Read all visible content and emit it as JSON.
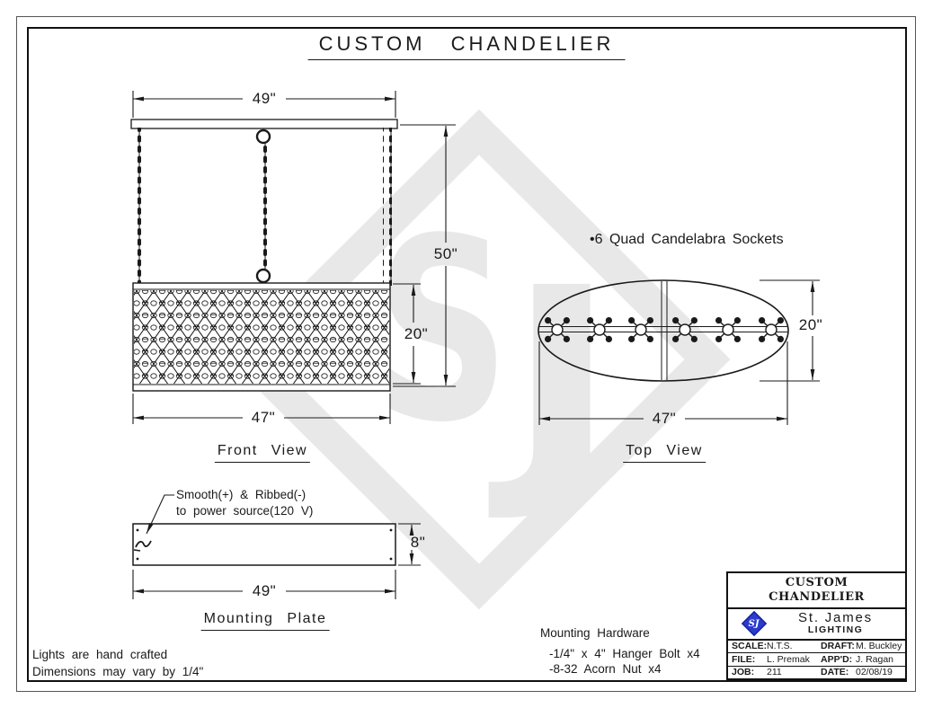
{
  "page": {
    "title": "CUSTOM CHANDELIER",
    "footnotes": [
      "Lights are hand crafted",
      "Dimensions may vary by 1/4\""
    ]
  },
  "front_view": {
    "label": "Front View",
    "dims": {
      "canopy_width": "49\"",
      "overall_height": "50\"",
      "band_height": "20\"",
      "band_width": "47\""
    }
  },
  "top_view": {
    "label": "Top View",
    "annotation": "•6 Quad Candelabra Sockets",
    "dims": {
      "depth": "20\"",
      "width": "47\""
    }
  },
  "mounting_plate": {
    "label": "Mounting Plate",
    "note_line1": "Smooth(+) & Ribbed(-)",
    "note_line2": "to power source(120 V)",
    "dims": {
      "height": "8\"",
      "width": "49\""
    }
  },
  "hardware": {
    "heading": "Mounting Hardware",
    "items": [
      "-1/4\" x 4\" Hanger Bolt x4",
      "-8-32 Acorn Nut x4"
    ]
  },
  "title_block": {
    "part_name_line1": "CUSTOM",
    "part_name_line2": "CHANDELIER",
    "company_name": "St. James",
    "company_sub": "LIGHTING",
    "logo_text": "SJ",
    "fields": [
      {
        "label": "SCALE:",
        "value": "N.T.S."
      },
      {
        "label": "DRAFT:",
        "value": "M. Buckley"
      },
      {
        "label": "FILE:",
        "value": "L. Premak"
      },
      {
        "label": "APP'D:",
        "value": "J. Ragan"
      },
      {
        "label": "JOB:",
        "value": "211"
      },
      {
        "label": "DATE:",
        "value": "02/08/19"
      }
    ]
  },
  "watermark": {
    "letters": [
      "S",
      "J"
    ]
  },
  "colors": {
    "line": "#1a1a1a",
    "logo_blue": "#2a3bd0",
    "watermark": "#e8e8e8"
  }
}
